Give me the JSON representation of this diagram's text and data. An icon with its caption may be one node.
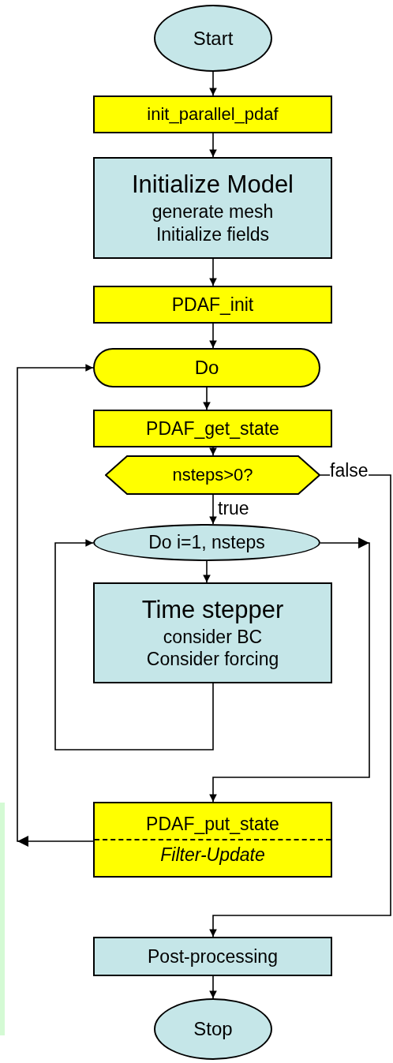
{
  "diagram": {
    "nodes": [
      {
        "text": [
          "Start"
        ]
      },
      {
        "text": [
          "init_parallel_pdaf"
        ]
      },
      {
        "text": [
          "Initialize Model",
          "generate mesh Initialize fields"
        ]
      },
      {
        "text": [
          "PDAF_init"
        ]
      },
      {
        "text": [
          "Do"
        ]
      },
      {
        "text": [
          "PDAF_get_state"
        ]
      },
      {
        "text": [
          "nsteps>0?"
        ]
      },
      {
        "text": [
          "Do i=1, nsteps"
        ]
      },
      {
        "text": [
          "Time stepper",
          "consider BC Consider forcing"
        ]
      },
      {
        "text": [
          "PDAF_put_state",
          "Filter-Update"
        ]
      },
      {
        "text": [
          "Post-processing"
        ]
      },
      {
        "text": [
          "Stop"
        ]
      }
    ],
    "edges": [
      {
        "from": 0,
        "to": 1,
        "arrow": "to"
      },
      {
        "from": 1,
        "to": 2,
        "arrow": "to"
      },
      {
        "from": 2,
        "to": 3,
        "arrow": "to"
      },
      {
        "from": 3,
        "to": 4,
        "arrow": "to"
      },
      {
        "from": 4,
        "to": 5,
        "arrow": "to"
      },
      {
        "from": 5,
        "to": 6,
        "arrow": "to"
      },
      {
        "from": 6,
        "to": 7,
        "arrow": "to",
        "label": "true"
      },
      {
        "from": 7,
        "to": 8,
        "arrow": "to"
      },
      {
        "from": 8,
        "to": 7,
        "arrow": "to"
      },
      {
        "from": 7,
        "to": 9,
        "arrow": "to"
      },
      {
        "from": 9,
        "to": 4,
        "arrow": "to"
      },
      {
        "from": 6,
        "to": 10,
        "arrow": "to",
        "label": "false"
      },
      {
        "from": 10,
        "to": 11,
        "arrow": "to"
      }
    ]
  }
}
